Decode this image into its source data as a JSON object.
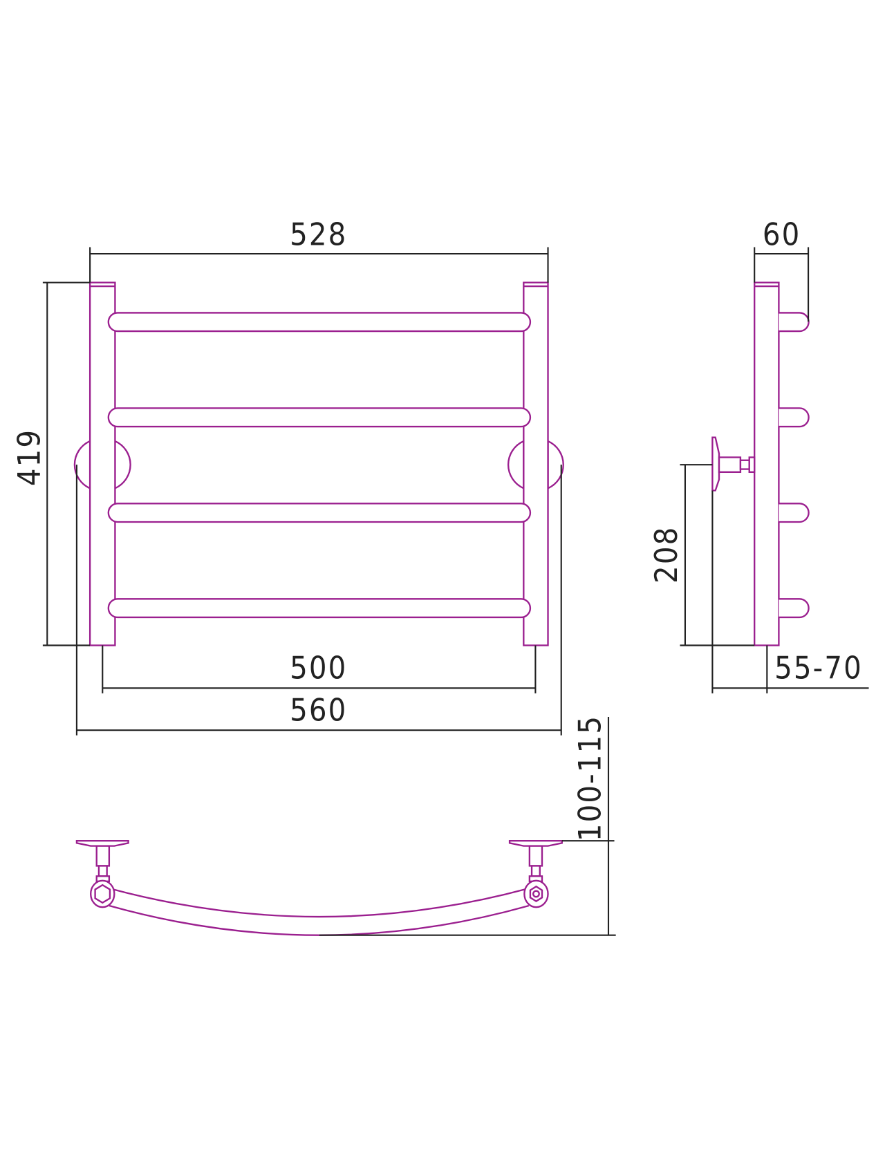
{
  "drawing": {
    "colors": {
      "product": "#9b1f8f",
      "dimension": "#222222"
    },
    "front_view": {
      "dim_width_outer": "528",
      "dim_height": "419",
      "dim_center_distance": "500",
      "dim_bracket_width": "560",
      "rail_count": 4
    },
    "side_view": {
      "dim_depth": "60",
      "dim_connection_height": "208",
      "dim_wall_distance": "55-70"
    },
    "top_view": {
      "dim_wall_offset": "100-115"
    }
  }
}
